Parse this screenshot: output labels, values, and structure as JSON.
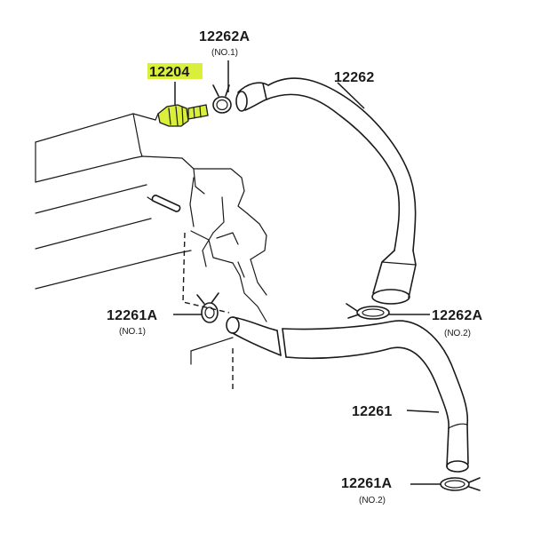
{
  "parts": {
    "pcv_valve": {
      "number": "12204",
      "highlight_color": "#d9ef3b"
    },
    "clamp_upper_no1": {
      "number": "12262A",
      "sub": "(NO.1)"
    },
    "hose_upper": {
      "number": "12262"
    },
    "clamp_lower_no1": {
      "number": "12261A",
      "sub": "(NO.1)"
    },
    "clamp_upper_no2": {
      "number": "12262A",
      "sub": "(NO.2)"
    },
    "hose_lower": {
      "number": "12261"
    },
    "clamp_lower_no2": {
      "number": "12261A",
      "sub": "(NO.2)"
    }
  }
}
